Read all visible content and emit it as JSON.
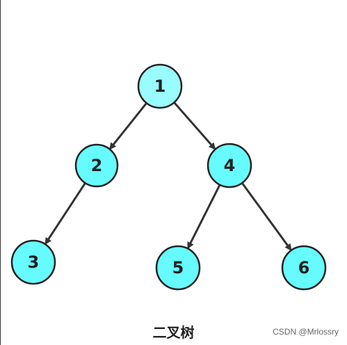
{
  "diagram": {
    "title": "二叉树",
    "nodes": [
      {
        "id": "1",
        "label": "1"
      },
      {
        "id": "2",
        "label": "2"
      },
      {
        "id": "4",
        "label": "4"
      },
      {
        "id": "3",
        "label": "3"
      },
      {
        "id": "5",
        "label": "5"
      },
      {
        "id": "6",
        "label": "6"
      }
    ],
    "edges": [
      {
        "from": "1",
        "to": "2"
      },
      {
        "from": "1",
        "to": "4"
      },
      {
        "from": "2",
        "to": "3"
      },
      {
        "from": "4",
        "to": "5"
      },
      {
        "from": "4",
        "to": "6"
      }
    ],
    "colors": {
      "node_fill": "#66fbff",
      "root_fill": "#99fcff",
      "node_stroke": "#222222",
      "edge": "#333333"
    }
  },
  "watermark": "CSDN @Mrlossry"
}
